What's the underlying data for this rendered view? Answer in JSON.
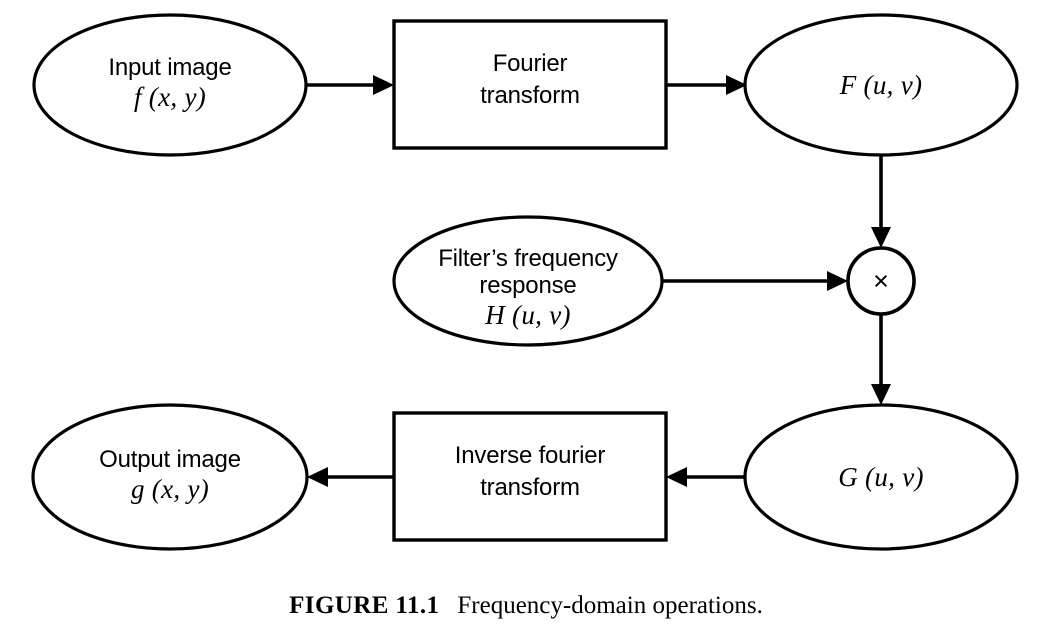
{
  "figure": {
    "caption_tag": "FIGURE 11.1",
    "caption_text": "Frequency-domain operations.",
    "colors": {
      "stroke": "#000000",
      "fill": "#ffffff",
      "background": "#ffffff"
    }
  },
  "nodes": {
    "input_image": {
      "shape": "ellipse",
      "line1": "Input image",
      "line2": "f (x, y)"
    },
    "fourier_transform": {
      "shape": "rectangle",
      "line1": "Fourier",
      "line2": "transform"
    },
    "spectrum_f": {
      "shape": "ellipse",
      "line1": "F (u, v)"
    },
    "filter_response": {
      "shape": "ellipse",
      "line1": "Filter’s frequency",
      "line2": "response",
      "line3": "H (u, v)"
    },
    "multiply": {
      "shape": "circle",
      "glyph": "×",
      "icon": "multiply-icon"
    },
    "spectrum_g": {
      "shape": "ellipse",
      "line1": "G (u, v)"
    },
    "inverse_fourier_transform": {
      "shape": "rectangle",
      "line1": "Inverse fourier",
      "line2": "transform"
    },
    "output_image": {
      "shape": "ellipse",
      "line1": "Output image",
      "line2": "g (x, y)"
    }
  },
  "edges": [
    {
      "id": "input-to-fourier",
      "from": "input_image",
      "to": "fourier_transform",
      "direction": "right"
    },
    {
      "id": "fourier-to-f",
      "from": "fourier_transform",
      "to": "spectrum_f",
      "direction": "right"
    },
    {
      "id": "f-to-multiply",
      "from": "spectrum_f",
      "to": "multiply",
      "direction": "down"
    },
    {
      "id": "filter-to-multiply",
      "from": "filter_response",
      "to": "multiply",
      "direction": "right"
    },
    {
      "id": "multiply-to-g",
      "from": "multiply",
      "to": "spectrum_g",
      "direction": "down"
    },
    {
      "id": "g-to-inverse",
      "from": "spectrum_g",
      "to": "inverse_fourier_transform",
      "direction": "left"
    },
    {
      "id": "inverse-to-output",
      "from": "inverse_fourier_transform",
      "to": "output_image",
      "direction": "left"
    }
  ]
}
